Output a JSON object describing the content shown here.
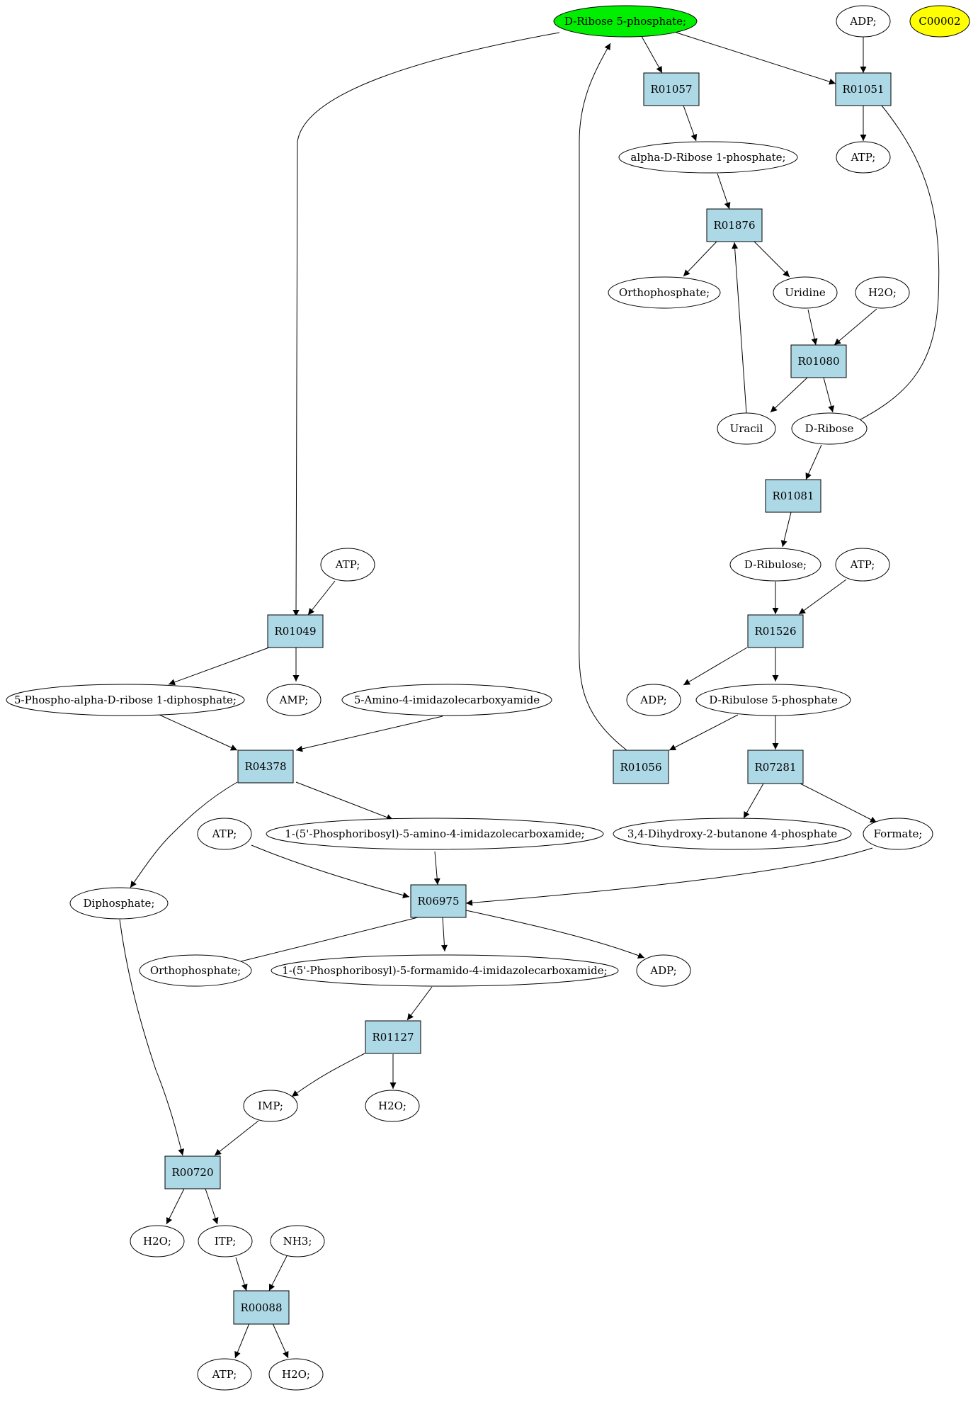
{
  "colors": {
    "reaction_fill": "#add8e6",
    "compound_fill": "#ffffff",
    "highlight_fill": "#00ee00",
    "query_fill": "#ffff00",
    "stroke": "#000000"
  },
  "nodes": {
    "d_ribose_5_phosphate": "D-Ribose 5-phosphate;",
    "adp_top": "ADP;",
    "c00002": "C00002",
    "r01057": "R01057",
    "r01051": "R01051",
    "alpha_d_ribose_1_phosphate": "alpha-D-Ribose 1-phosphate;",
    "atp_r01051": "ATP;",
    "r01876": "R01876",
    "orthophosphate_r01876": "Orthophosphate;",
    "uridine": "Uridine",
    "h2o_r01080": "H2O;",
    "r01080": "R01080",
    "uracil": "Uracil",
    "d_ribose": "D-Ribose",
    "r01081": "R01081",
    "d_ribulose": "D-Ribulose;",
    "atp_r01526": "ATP;",
    "r01526": "R01526",
    "adp_r01526": "ADP;",
    "d_ribulose_5_phosphate": "D-Ribulose 5-phosphate",
    "r01056": "R01056",
    "r07281": "R07281",
    "dihydroxy_butanone_phosphate": "3,4-Dihydroxy-2-butanone 4-phosphate",
    "formate": "Formate;",
    "atp_r01049": "ATP;",
    "r01049": "R01049",
    "prpp": "5-Phospho-alpha-D-ribose 1-diphosphate;",
    "amp": "AMP;",
    "aica": "5-Amino-4-imidazolecarboxyamide",
    "r04378": "R04378",
    "aicar": "1-(5'-Phosphoribosyl)-5-amino-4-imidazolecarboxamide;",
    "atp_r06975": "ATP;",
    "diphosphate": "Diphosphate;",
    "r06975": "R06975",
    "orthophosphate_r06975": "Orthophosphate;",
    "faicar": "1-(5'-Phosphoribosyl)-5-formamido-4-imidazolecarboxamide;",
    "adp_r06975": "ADP;",
    "r01127": "R01127",
    "imp": "IMP;",
    "h2o_r01127": "H2O;",
    "r00720": "R00720",
    "h2o_r00720": "H2O;",
    "itp": "ITP;",
    "nh3": "NH3;",
    "r00088": "R00088",
    "atp_r00088": "ATP;",
    "h2o_r00088": "H2O;"
  }
}
